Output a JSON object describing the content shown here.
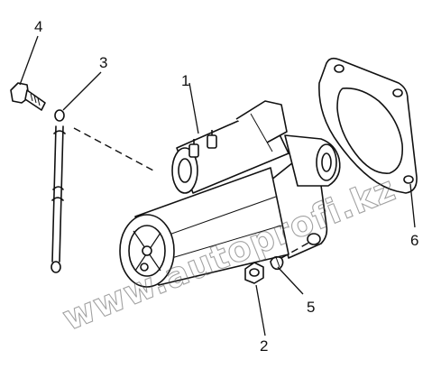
{
  "callouts": [
    {
      "label": "1",
      "part": "starter"
    },
    {
      "label": "2",
      "part": "nut"
    },
    {
      "label": "3",
      "part": "cable"
    },
    {
      "label": "4",
      "part": "bolt"
    },
    {
      "label": "5",
      "part": "washer"
    },
    {
      "label": "6",
      "part": "gasket"
    }
  ],
  "watermark": "www.autoprofi.kz",
  "colors": {
    "line": "#111111",
    "watermark": "#555555",
    "background": "#ffffff"
  }
}
